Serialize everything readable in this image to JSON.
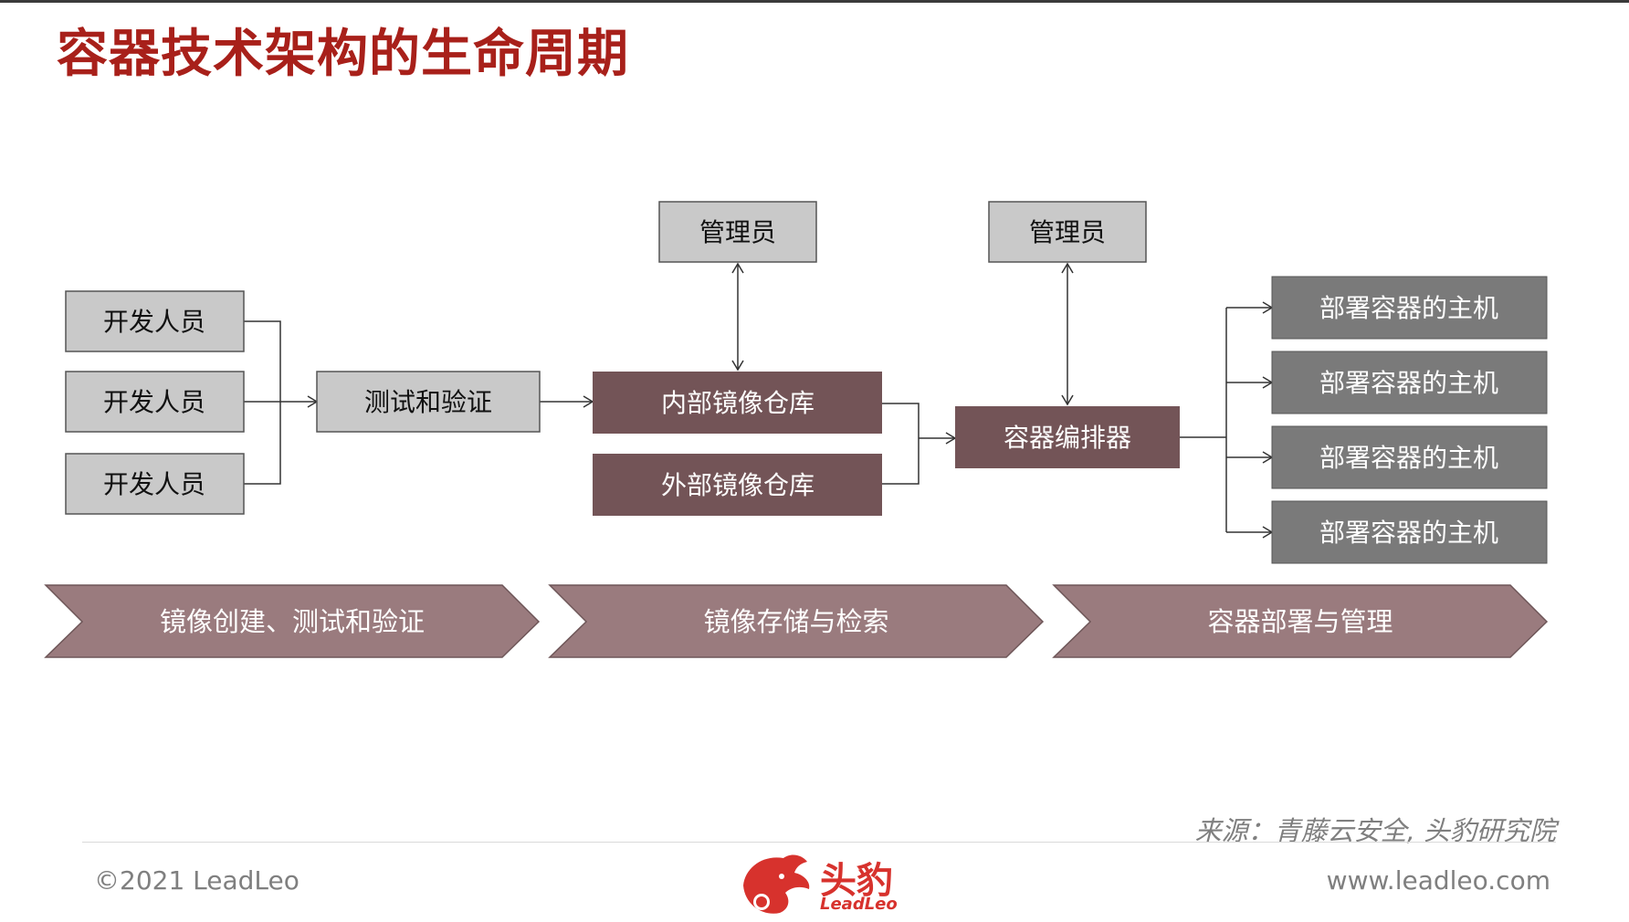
{
  "title": "容器技术架构的生命周期",
  "nodes": {
    "developer_1": "开发人员",
    "developer_2": "开发人员",
    "developer_3": "开发人员",
    "test_verify": "测试和验证",
    "admin_1": "管理员",
    "internal_registry": "内部镜像仓库",
    "external_registry": "外部镜像仓库",
    "admin_2": "管理员",
    "orchestrator": "容器编排器",
    "host_1": "部署容器的主机",
    "host_2": "部署容器的主机",
    "host_3": "部署容器的主机",
    "host_4": "部署容器的主机"
  },
  "stages": [
    "镜像创建、测试和验证",
    "镜像存储与检索",
    "容器部署与管理"
  ],
  "footer": {
    "source": "来源：青藤云安全, 头豹研究院",
    "copyright": "©2021 LeadLeo",
    "website": "www.leadleo.com",
    "logo_cn": "头豹",
    "logo_en": "LeadLeo"
  },
  "colors": {
    "title": "#a8201a",
    "gray_box": "#c9c9c9",
    "dark_box": "#735457",
    "host_box": "#7a7a7a",
    "stage_arrow": "#9a7b7e",
    "logo": "#d7322d"
  }
}
